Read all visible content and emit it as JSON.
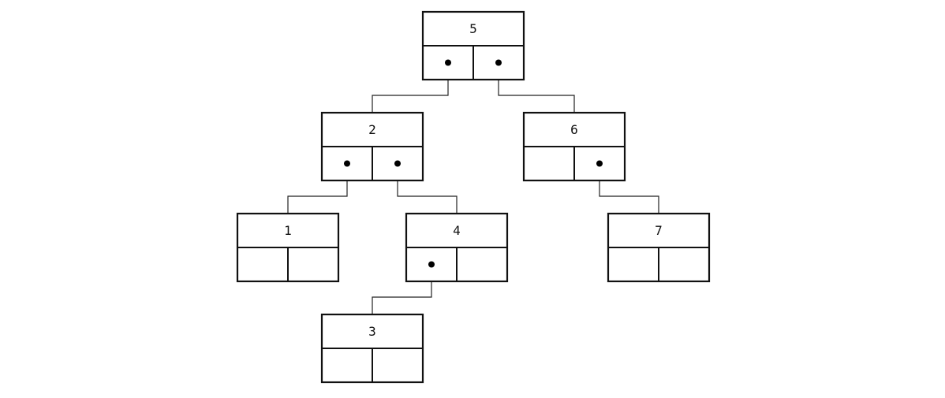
{
  "diagram": {
    "type": "binary-search-tree",
    "nodes": [
      {
        "id": "n5",
        "value": "5",
        "left": "n2",
        "right": "n6"
      },
      {
        "id": "n2",
        "value": "2",
        "left": "n1",
        "right": "n4"
      },
      {
        "id": "n6",
        "value": "6",
        "left": null,
        "right": "n7"
      },
      {
        "id": "n1",
        "value": "1",
        "left": null,
        "right": null
      },
      {
        "id": "n4",
        "value": "4",
        "left": "n3",
        "right": null
      },
      {
        "id": "n7",
        "value": "7",
        "left": null,
        "right": null
      },
      {
        "id": "n3",
        "value": "3",
        "left": null,
        "right": null
      }
    ]
  },
  "colors": {
    "stroke": "#111111",
    "background": "#ffffff"
  }
}
